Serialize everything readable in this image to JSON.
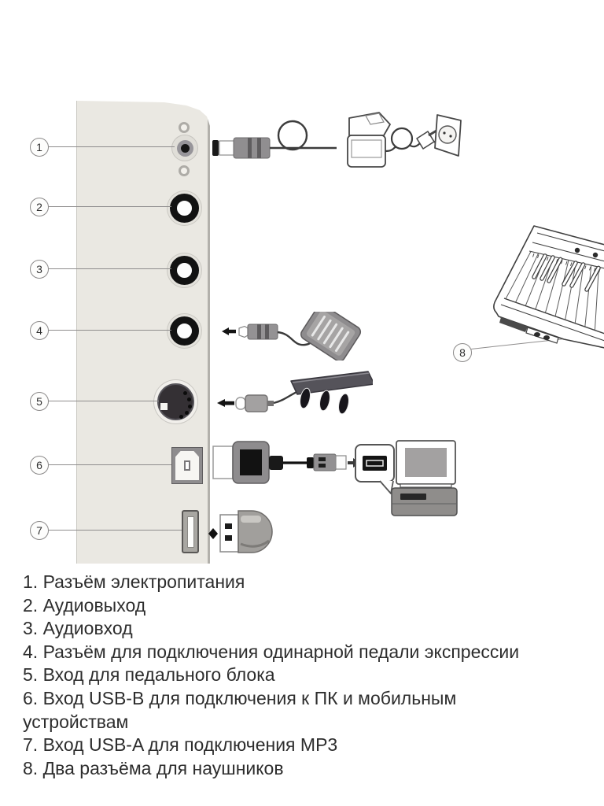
{
  "colors": {
    "panel": "#eae8e2",
    "text": "#2d2d2d",
    "lead_line": "#8f8d8d",
    "jack_black": "#121212",
    "din_body": "#343034"
  },
  "callouts": [
    "1",
    "2",
    "3",
    "4",
    "5",
    "6",
    "7",
    "8"
  ],
  "legend": [
    "1. Разъём электропитания",
    "2. Аудиовыход",
    "3. Аудиовход",
    "4. Разъём для подключения одинарной педали экспрессии",
    "5. Вход для педального блока",
    "6. Вход USB-B для подключения к ПК и мобильным\nустройствам",
    "7. Вход USB-A для подключения MP3",
    "8. Два разъёма для наушников"
  ]
}
